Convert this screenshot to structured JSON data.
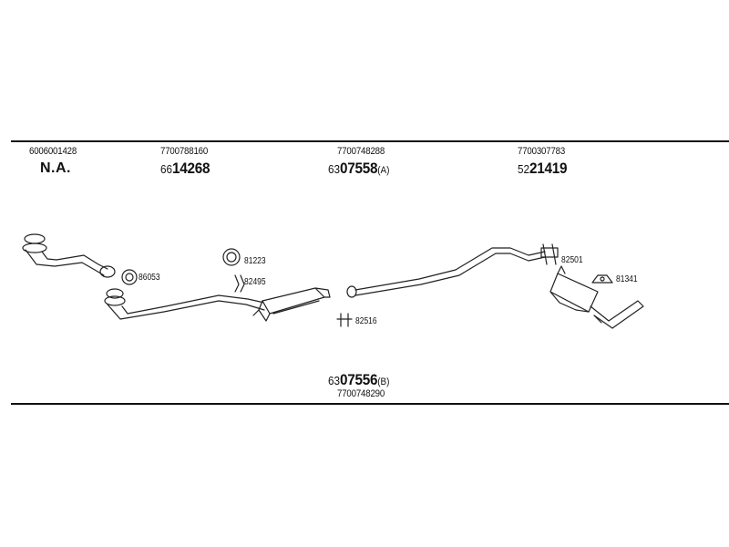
{
  "header": {
    "col1": {
      "oem": "6006001428",
      "na": "N.A."
    },
    "col2": {
      "oem": "7700788160",
      "prefix": "66",
      "number": "14268",
      "suffix": ""
    },
    "col3": {
      "oem": "7700748288",
      "prefix": "63",
      "number": "07558",
      "suffix": "(A)"
    },
    "col4": {
      "oem": "7700307783",
      "prefix": "52",
      "number": "21419",
      "suffix": ""
    }
  },
  "parts": {
    "p86053": "86053",
    "p81223": "81223",
    "p82495": "82495",
    "p82516": "82516",
    "p82501": "82501",
    "p81341": "81341"
  },
  "footer": {
    "prefix": "63",
    "number": "07556",
    "suffix": "(B)",
    "oem": "7700748290"
  }
}
